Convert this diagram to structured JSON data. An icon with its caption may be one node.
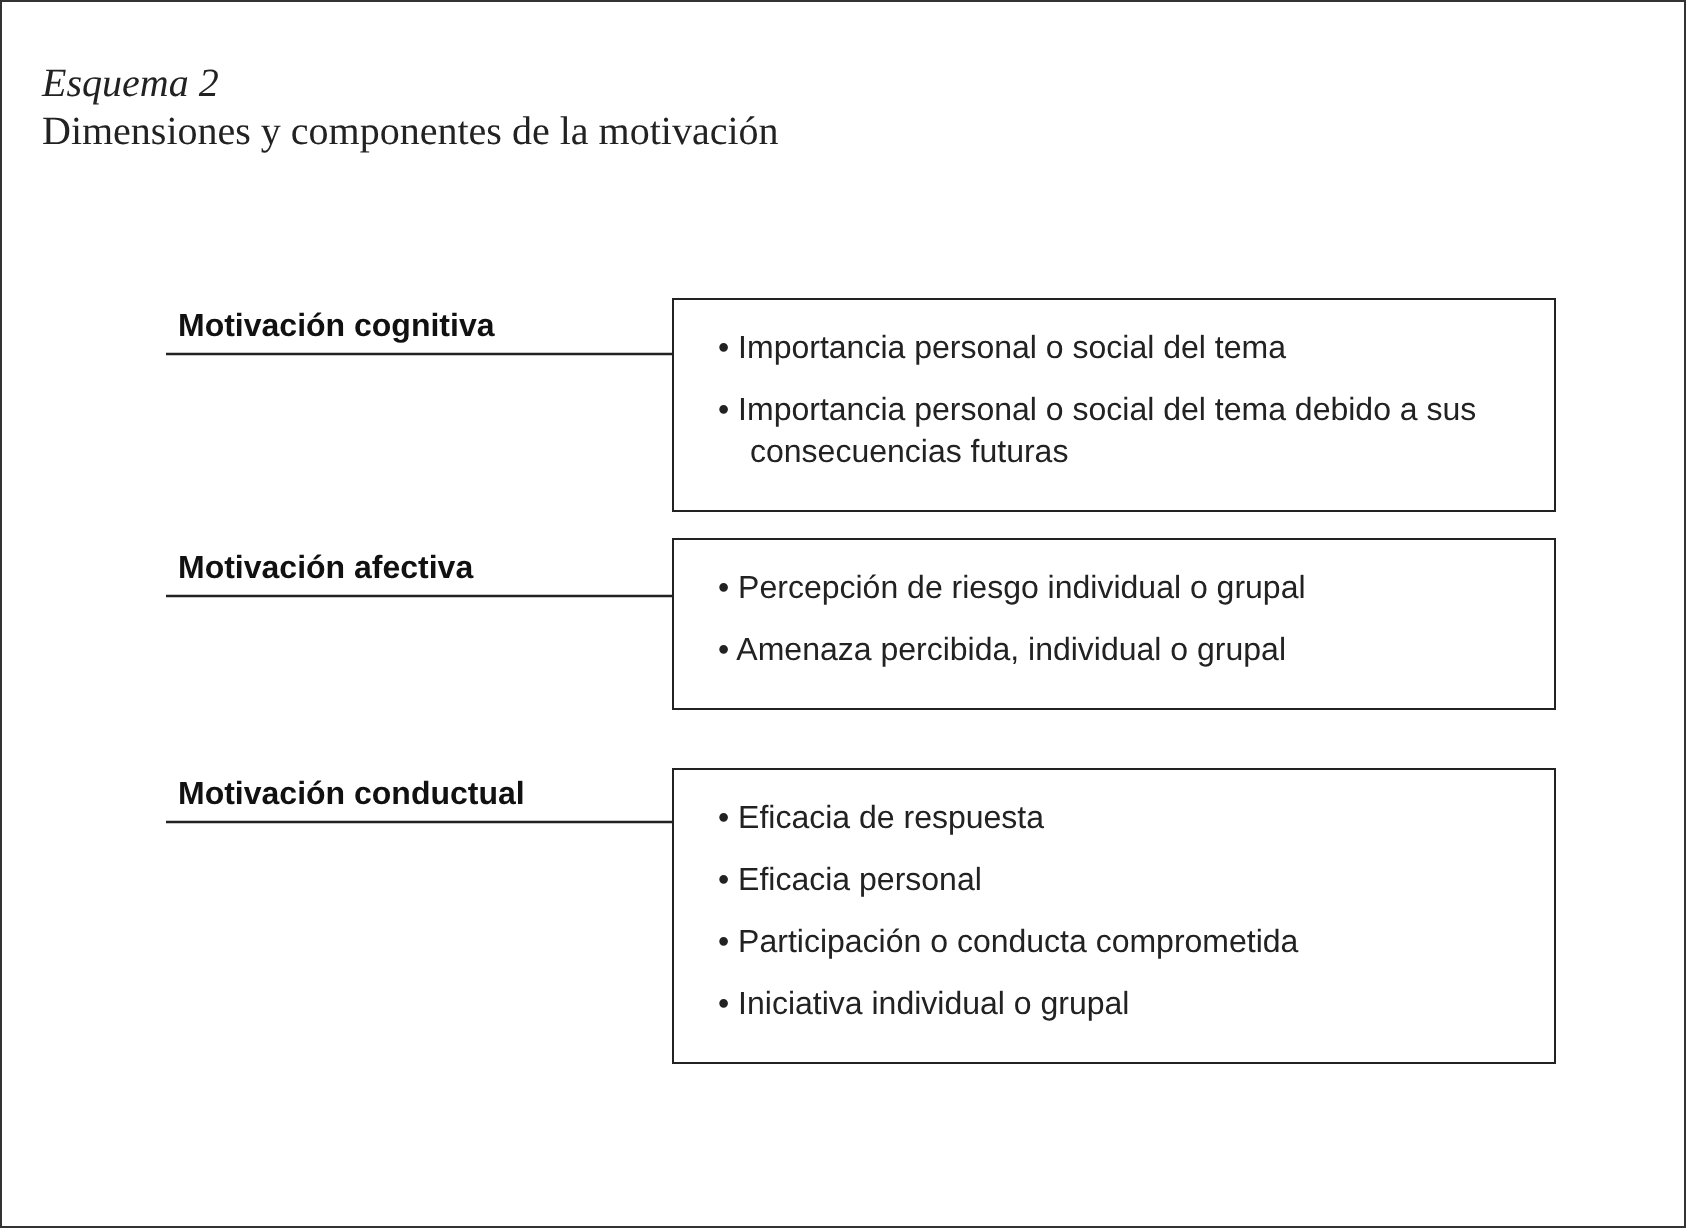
{
  "diagram": {
    "title": "Dimensiones y componentes de la motivación",
    "nodes": [
      {
        "text": [
          "Motivación cognitiva"
        ]
      },
      {
        "text": [
          "• Importancia personal o social del tema",
          "• Importancia personal o social del tema debido a sus consecuencias futuras"
        ]
      },
      {
        "text": [
          "Motivación afectiva"
        ]
      },
      {
        "text": [
          "• Percepción de riesgo individual o grupal",
          "• Amenaza percibida, individual o grupal"
        ]
      },
      {
        "text": [
          "Motivación conductual"
        ]
      },
      {
        "text": [
          "• Eficacia de respuesta",
          "• Eficacia personal",
          "• Participación o conducta comprometida",
          "• Iniciativa individual o grupal"
        ]
      }
    ],
    "edges": [
      {
        "from": 0,
        "to": 1,
        "arrow": "none"
      },
      {
        "from": 2,
        "to": 3,
        "arrow": "none"
      },
      {
        "from": 4,
        "to": 5,
        "arrow": "none"
      }
    ],
    "labels": [
      "Esquema 2"
    ]
  }
}
